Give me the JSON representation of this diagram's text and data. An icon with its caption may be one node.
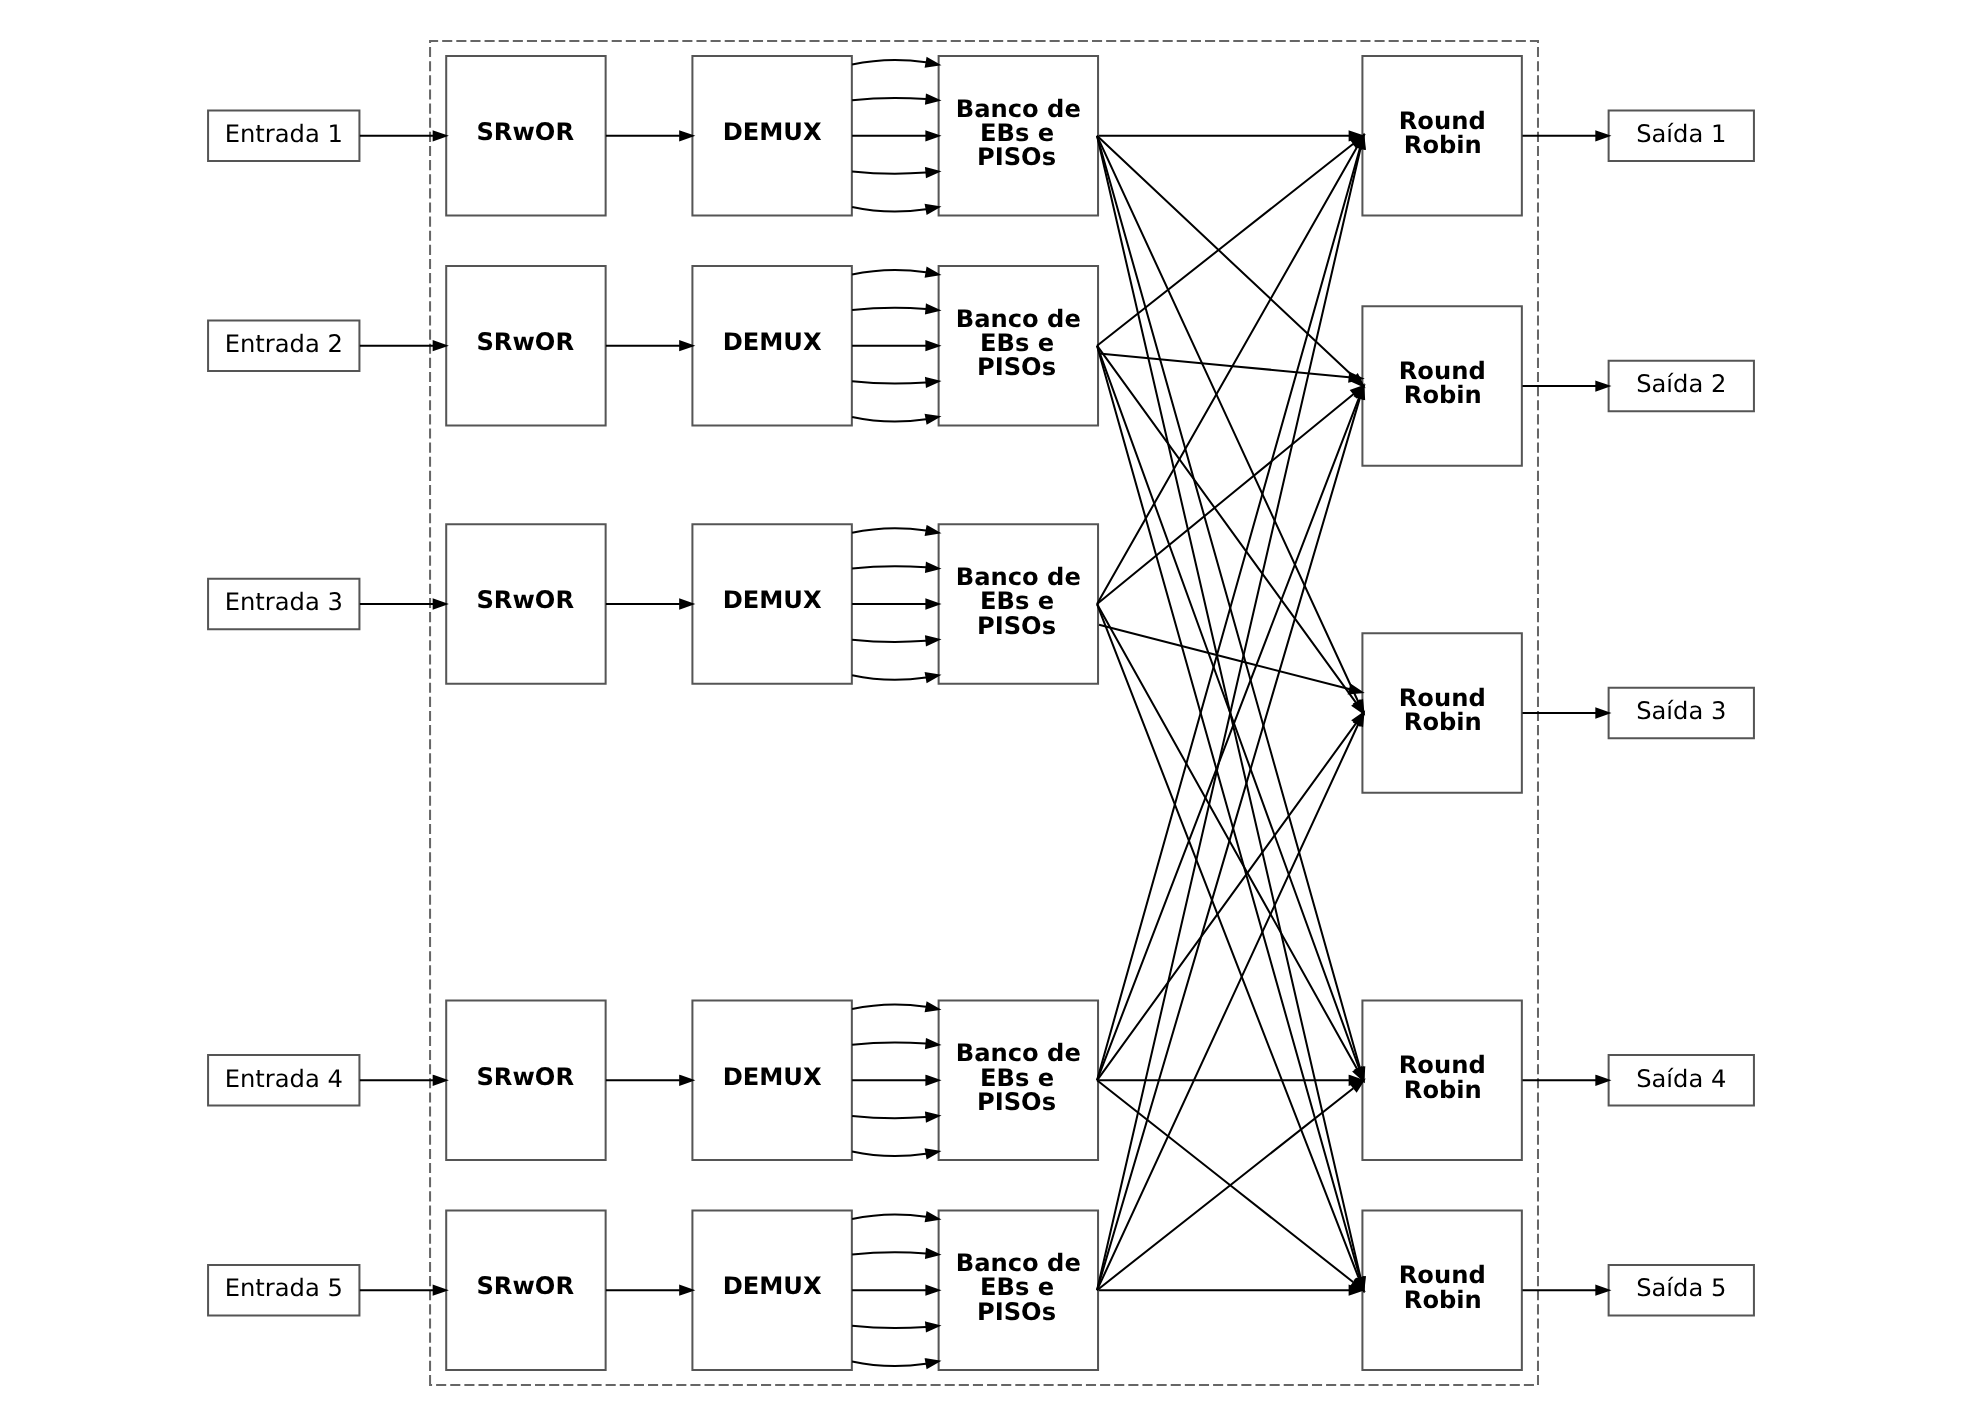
{
  "diagram": {
    "nodes": [
      {
        "text": [],
        "shape": "box"
      },
      {
        "text": [
          "Entrada 1"
        ]
      },
      {
        "text": [
          "SRwOR"
        ],
        "in": 0
      },
      {
        "text": [
          "DEMUX"
        ],
        "in": 0
      },
      {
        "text": [
          "Banco de EBs e PISOs"
        ],
        "in": 0
      },
      {
        "text": [
          "Round Robin"
        ],
        "in": 0
      },
      {
        "text": [
          "Saída 1"
        ]
      },
      {
        "text": [
          "Entrada 2"
        ]
      },
      {
        "text": [
          "SRwOR"
        ],
        "in": 0
      },
      {
        "text": [
          "DEMUX"
        ],
        "in": 0
      },
      {
        "text": [
          "Banco de EBs e PISOs"
        ],
        "in": 0
      },
      {
        "text": [
          "Round Robin"
        ],
        "in": 0
      },
      {
        "text": [
          "Saída 2"
        ]
      },
      {
        "text": [
          "Entrada 3"
        ]
      },
      {
        "text": [
          "SRwOR"
        ],
        "in": 0
      },
      {
        "text": [
          "DEMUX"
        ],
        "in": 0
      },
      {
        "text": [
          "Banco de EBs e PISOs"
        ],
        "in": 0
      },
      {
        "text": [
          "Round Robin"
        ],
        "in": 0
      },
      {
        "text": [
          "Saída 3"
        ]
      },
      {
        "text": [
          "Entrada 4"
        ]
      },
      {
        "text": [
          "SRwOR"
        ],
        "in": 0
      },
      {
        "text": [
          "DEMUX"
        ],
        "in": 0
      },
      {
        "text": [
          "Banco de EBs e PISOs"
        ],
        "in": 0
      },
      {
        "text": [
          "Round Robin"
        ],
        "in": 0
      },
      {
        "text": [
          "Saída 4"
        ]
      },
      {
        "text": [
          "Entrada 5"
        ]
      },
      {
        "text": [
          "SRwOR"
        ],
        "in": 0
      },
      {
        "text": [
          "DEMUX"
        ],
        "in": 0
      },
      {
        "text": [
          "Banco de EBs e PISOs"
        ],
        "in": 0
      },
      {
        "text": [
          "Round Robin"
        ],
        "in": 0
      },
      {
        "text": [
          "Saída 5"
        ]
      }
    ],
    "edges": [
      {
        "from": 1,
        "to": 2,
        "arrow": "to"
      },
      {
        "from": 2,
        "to": 3,
        "arrow": "to"
      },
      {
        "from": 3,
        "to": 4,
        "arrow": "to"
      },
      {
        "from": 3,
        "to": 4,
        "arrow": "to"
      },
      {
        "from": 3,
        "to": 4,
        "arrow": "to"
      },
      {
        "from": 3,
        "to": 4,
        "arrow": "to"
      },
      {
        "from": 3,
        "to": 4,
        "arrow": "to"
      },
      {
        "from": 4,
        "to": 5,
        "arrow": "to"
      },
      {
        "from": 4,
        "to": 11,
        "arrow": "to"
      },
      {
        "from": 4,
        "to": 17,
        "arrow": "to"
      },
      {
        "from": 4,
        "to": 23,
        "arrow": "to"
      },
      {
        "from": 4,
        "to": 29,
        "arrow": "to"
      },
      {
        "from": 5,
        "to": 6,
        "arrow": "to"
      },
      {
        "from": 7,
        "to": 8,
        "arrow": "to"
      },
      {
        "from": 8,
        "to": 9,
        "arrow": "to"
      },
      {
        "from": 9,
        "to": 10,
        "arrow": "to"
      },
      {
        "from": 9,
        "to": 10,
        "arrow": "to"
      },
      {
        "from": 9,
        "to": 10,
        "arrow": "to"
      },
      {
        "from": 9,
        "to": 10,
        "arrow": "to"
      },
      {
        "from": 9,
        "to": 10,
        "arrow": "to"
      },
      {
        "from": 10,
        "to": 5,
        "arrow": "to"
      },
      {
        "from": 10,
        "to": 11,
        "arrow": "to"
      },
      {
        "from": 10,
        "to": 17,
        "arrow": "to"
      },
      {
        "from": 10,
        "to": 23,
        "arrow": "to"
      },
      {
        "from": 10,
        "to": 29,
        "arrow": "to"
      },
      {
        "from": 11,
        "to": 12,
        "arrow": "to"
      },
      {
        "from": 13,
        "to": 14,
        "arrow": "to"
      },
      {
        "from": 14,
        "to": 15,
        "arrow": "to"
      },
      {
        "from": 15,
        "to": 16,
        "arrow": "to"
      },
      {
        "from": 15,
        "to": 16,
        "arrow": "to"
      },
      {
        "from": 15,
        "to": 16,
        "arrow": "to"
      },
      {
        "from": 15,
        "to": 16,
        "arrow": "to"
      },
      {
        "from": 15,
        "to": 16,
        "arrow": "to"
      },
      {
        "from": 16,
        "to": 5,
        "arrow": "to"
      },
      {
        "from": 16,
        "to": 11,
        "arrow": "to"
      },
      {
        "from": 16,
        "to": 17,
        "arrow": "to"
      },
      {
        "from": 16,
        "to": 23,
        "arrow": "to"
      },
      {
        "from": 16,
        "to": 29,
        "arrow": "to"
      },
      {
        "from": 17,
        "to": 18,
        "arrow": "to"
      },
      {
        "from": 19,
        "to": 20,
        "arrow": "to"
      },
      {
        "from": 20,
        "to": 21,
        "arrow": "to"
      },
      {
        "from": 21,
        "to": 22,
        "arrow": "to"
      },
      {
        "from": 21,
        "to": 22,
        "arrow": "to"
      },
      {
        "from": 21,
        "to": 22,
        "arrow": "to"
      },
      {
        "from": 21,
        "to": 22,
        "arrow": "to"
      },
      {
        "from": 21,
        "to": 22,
        "arrow": "to"
      },
      {
        "from": 22,
        "to": 5,
        "arrow": "to"
      },
      {
        "from": 22,
        "to": 11,
        "arrow": "to"
      },
      {
        "from": 22,
        "to": 17,
        "arrow": "to"
      },
      {
        "from": 22,
        "to": 23,
        "arrow": "to"
      },
      {
        "from": 22,
        "to": 29,
        "arrow": "to"
      },
      {
        "from": 23,
        "to": 24,
        "arrow": "to"
      },
      {
        "from": 25,
        "to": 26,
        "arrow": "to"
      },
      {
        "from": 26,
        "to": 27,
        "arrow": "to"
      },
      {
        "from": 27,
        "to": 28,
        "arrow": "to"
      },
      {
        "from": 27,
        "to": 28,
        "arrow": "to"
      },
      {
        "from": 27,
        "to": 28,
        "arrow": "to"
      },
      {
        "from": 27,
        "to": 28,
        "arrow": "to"
      },
      {
        "from": 27,
        "to": 28,
        "arrow": "to"
      },
      {
        "from": 28,
        "to": 5,
        "arrow": "to"
      },
      {
        "from": 28,
        "to": 11,
        "arrow": "to"
      },
      {
        "from": 28,
        "to": 17,
        "arrow": "to"
      },
      {
        "from": 28,
        "to": 23,
        "arrow": "to"
      },
      {
        "from": 28,
        "to": 29,
        "arrow": "to"
      },
      {
        "from": 29,
        "to": 30,
        "arrow": "to"
      }
    ]
  }
}
